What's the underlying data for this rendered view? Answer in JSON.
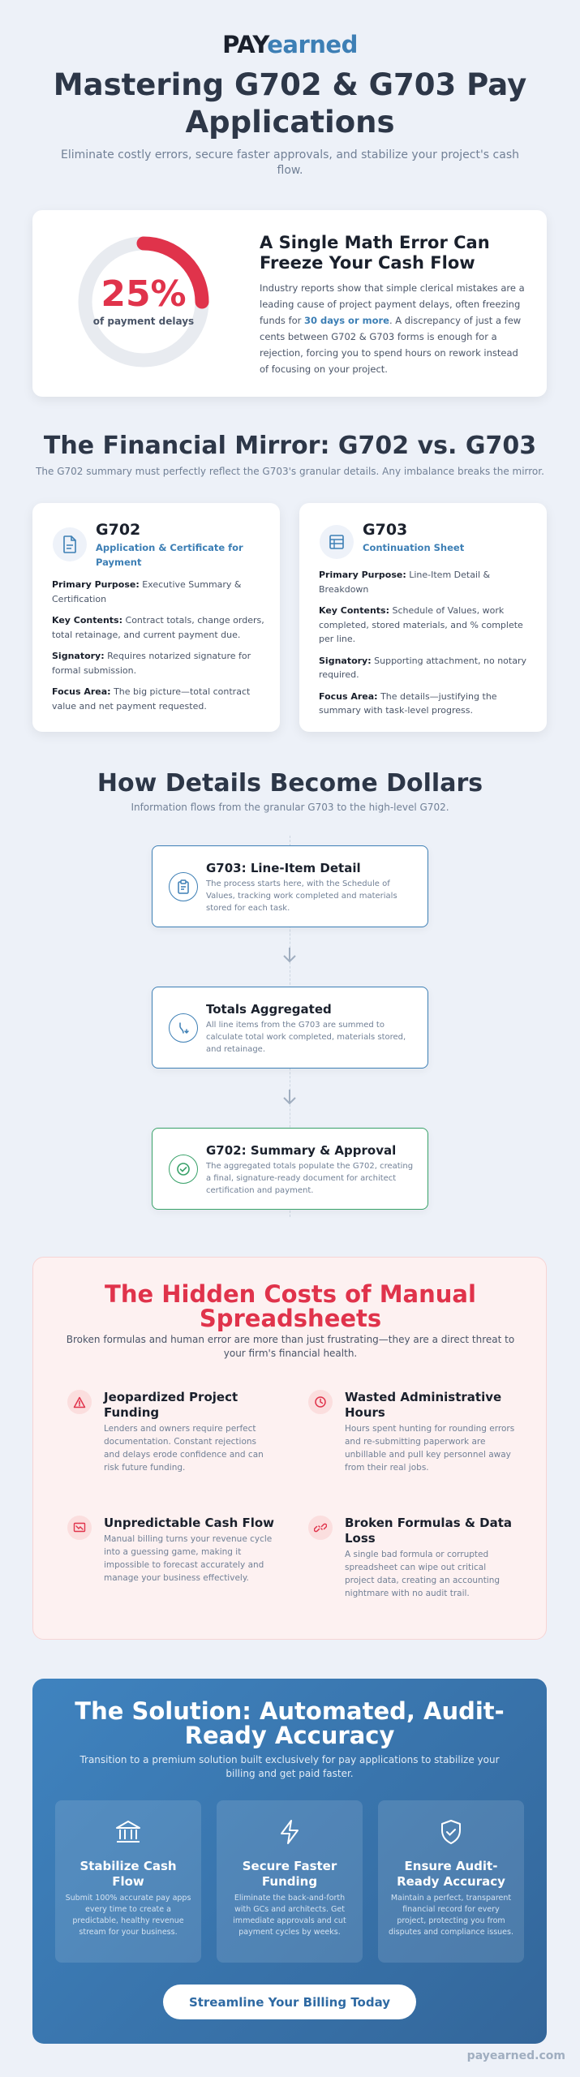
{
  "header": {
    "logo_pay": "PAY",
    "logo_earned": "earned",
    "title": "Mastering G702 & G703 Pay Applications",
    "subtitle": "Eliminate costly errors, secure faster approvals, and stabilize your project's cash flow."
  },
  "stat": {
    "value": "25%",
    "label": "of payment delays",
    "fraction": 0.25,
    "title": "A Single Math Error Can Freeze Your Cash Flow",
    "body_1": "Industry reports show that simple clerical mistakes are a leading cause of project payment delays, often freezing funds for ",
    "body_highlight": "30 days or more",
    "body_2": ". A discrepancy of just a few cents between G702 & G703 forms is enough for a rejection, forcing you to spend hours on rework instead of focusing on your project."
  },
  "mirror": {
    "title": "The Financial Mirror: G702 vs. G703",
    "subtitle": "The G702 summary must perfectly reflect the G703's granular details. Any imbalance breaks the mirror.",
    "g702": {
      "name": "G702",
      "sub": "Application & Certificate for Payment",
      "rows": [
        {
          "k": "Primary Purpose:",
          "v": " Executive Summary & Certification"
        },
        {
          "k": "Key Contents:",
          "v": " Contract totals, change orders, total retainage, and current payment due."
        },
        {
          "k": "Signatory:",
          "v": " Requires notarized signature for formal submission."
        },
        {
          "k": "Focus Area:",
          "v": " The big picture—total contract value and net payment requested."
        }
      ]
    },
    "g703": {
      "name": "G703",
      "sub": "Continuation Sheet",
      "rows": [
        {
          "k": "Primary Purpose:",
          "v": " Line-Item Detail & Breakdown"
        },
        {
          "k": "Key Contents:",
          "v": " Schedule of Values, work completed, stored materials, and % complete per line."
        },
        {
          "k": "Signatory:",
          "v": " Supporting attachment, no notary required."
        },
        {
          "k": "Focus Area:",
          "v": " The details—justifying the summary with task-level progress."
        }
      ]
    }
  },
  "flow": {
    "title": "How Details Become Dollars",
    "subtitle": "Information flows from the granular G703 to the high-level G702.",
    "steps": [
      {
        "title": "G703: Line-Item Detail",
        "text": "The process starts here, with the Schedule of Values, tracking work completed and materials stored for each task.",
        "icon": "clipboard-icon"
      },
      {
        "title": "Totals Aggregated",
        "text": "All line items from the G703 are summed to calculate total work completed, materials stored, and retainage.",
        "icon": "merge-icon"
      },
      {
        "title": "G702: Summary & Approval",
        "text": "The aggregated totals populate the G702, creating a final, signature-ready document for architect certification and payment.",
        "icon": "check-circle-icon"
      }
    ]
  },
  "costs": {
    "title": "The Hidden Costs of Manual Spreadsheets",
    "subtitle": "Broken formulas and human error are more than just frustrating—they are a direct threat to your firm's financial health.",
    "items": [
      {
        "title": "Jeopardized Project Funding",
        "text": "Lenders and owners require perfect documentation. Constant rejections and delays erode confidence and can risk future funding.",
        "icon": "warning-icon"
      },
      {
        "title": "Wasted Administrative Hours",
        "text": "Hours spent hunting for rounding errors and re-submitting paperwork are unbillable and pull key personnel away from their real jobs.",
        "icon": "clock-icon"
      },
      {
        "title": "Unpredictable Cash Flow",
        "text": "Manual billing turns your revenue cycle into a guessing game, making it impossible to forecast accurately and manage your business effectively.",
        "icon": "trend-down-icon"
      },
      {
        "title": "Broken Formulas & Data Loss",
        "text": "A single bad formula or corrupted spreadsheet can wipe out critical project data, creating an accounting nightmare with no audit trail.",
        "icon": "broken-link-icon"
      }
    ]
  },
  "solution": {
    "title": "The Solution: Automated, Audit-Ready Accuracy",
    "subtitle": "Transition to a premium solution built exclusively for pay applications to stabilize your billing and get paid faster.",
    "cards": [
      {
        "title": "Stabilize Cash Flow",
        "text": "Submit 100% accurate pay apps every time to create a predictable, healthy revenue stream for your business.",
        "icon": "bank-icon"
      },
      {
        "title": "Secure Faster Funding",
        "text": "Eliminate the back-and-forth with GCs and architects. Get immediate approvals and cut payment cycles by weeks.",
        "icon": "lightning-icon"
      },
      {
        "title": "Ensure Audit-Ready Accuracy",
        "text": "Maintain a perfect, transparent financial record for every project, protecting you from disputes and compliance issues.",
        "icon": "shield-check-icon"
      }
    ],
    "cta": "Streamline Your Billing Today"
  },
  "footer": "payearned.com",
  "colors": {
    "brand_blue": "#3d7fb5",
    "alert_red": "#e0334b",
    "success_green": "#38a169"
  }
}
